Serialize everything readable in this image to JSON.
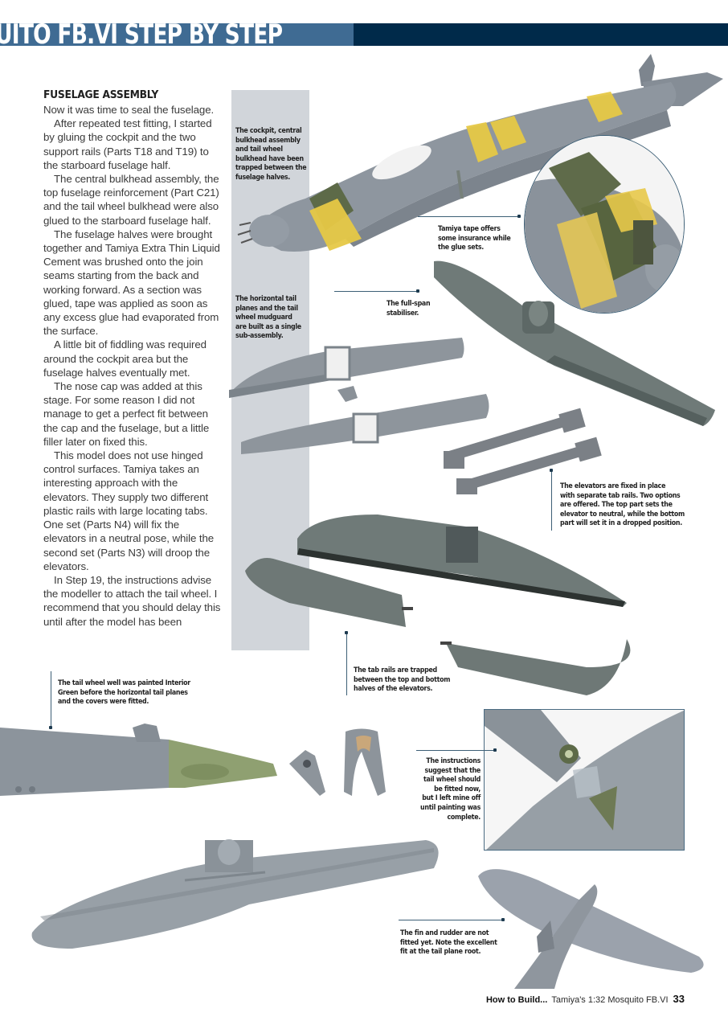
{
  "header": {
    "title": "UITO FB.VI STEP BY STEP",
    "title_bg": "#3f6b93",
    "bar_bg": "#002a4a"
  },
  "article": {
    "heading": "FUSELAGE ASSEMBLY",
    "paragraphs": [
      "Now it was time to seal the fuselage.",
      "After repeated test fitting, I started by gluing the cockpit and the two support rails (Parts T18 and T19) to the starboard fuselage half.",
      "The central bulkhead assembly, the top fuselage reinforcement (Part C21) and the tail wheel bulkhead were also glued to the starboard fuselage half.",
      "The fuselage halves were brought together and Tamiya Extra Thin Liquid Cement was brushed onto the join seams starting from the back and working forward. As a section was glued, tape was applied as soon as any excess glue had evaporated from the surface.",
      "A little bit of fiddling was required around the cockpit area but the fuselage halves eventually met.",
      "The nose cap was added at this stage. For some reason I did not manage to get a perfect fit between the cap and the fuselage, but a little filler later on fixed this.",
      "This model does not use hinged control surfaces. Tamiya takes an interesting approach with the elevators. They supply two different plastic rails with large locating tabs. One set (Parts N4) will fix the elevators in a neutral pose, while the second set (Parts N3) will droop the elevators.",
      "In Step 19, the instructions advise the modeller to attach the tail wheel. I recommend that you should delay this until after the model has been"
    ]
  },
  "captions": {
    "cockpit": [
      "The cockpit, central",
      "bulkhead assembly",
      "and tail wheel",
      "bulkhead have been",
      "trapped between the",
      "fuselage halves."
    ],
    "tape": [
      "Tamiya tape offers",
      "some insurance while",
      "the glue sets."
    ],
    "tailplanes": [
      "The horizontal tail",
      "planes and the tail",
      "wheel mudguard",
      "are built as a single",
      "sub-assembly."
    ],
    "stabiliser": [
      "The full-span",
      "stabiliser."
    ],
    "elevators": [
      "The elevators are fixed in place",
      "with separate tab rails. Two options",
      "are offered. The top part sets the",
      "elevator to neutral, while the bottom",
      "part will set it in a dropped position."
    ],
    "tab_rails": [
      "The tab rails are trapped",
      "between the top and bottom",
      "halves of the elevators."
    ],
    "wheel_well": [
      "The tail wheel well was painted Interior",
      "Green before the horizontal tail planes",
      "and the covers were fitted."
    ],
    "instructions": [
      "The instructions",
      "suggest that the",
      "tail wheel should",
      "be fitted now,",
      "but I left mine off",
      "until painting was",
      "complete."
    ],
    "fin": [
      "The fin and rudder are not",
      "fitted yet. Note the excellent",
      "fit at the tail plane root."
    ]
  },
  "footer": {
    "series": "How to Build...",
    "title": "Tamiya's 1:32 Mosquito FB.VI",
    "page": "33"
  },
  "colors": {
    "model_grey": "#8e969f",
    "stabiliser_grey": "#6f7a78",
    "tape_yellow": "#e6c846",
    "interior_green": "#8fa071",
    "caption_panel": "#d1d5da",
    "leader_line": "#3d5f76"
  }
}
